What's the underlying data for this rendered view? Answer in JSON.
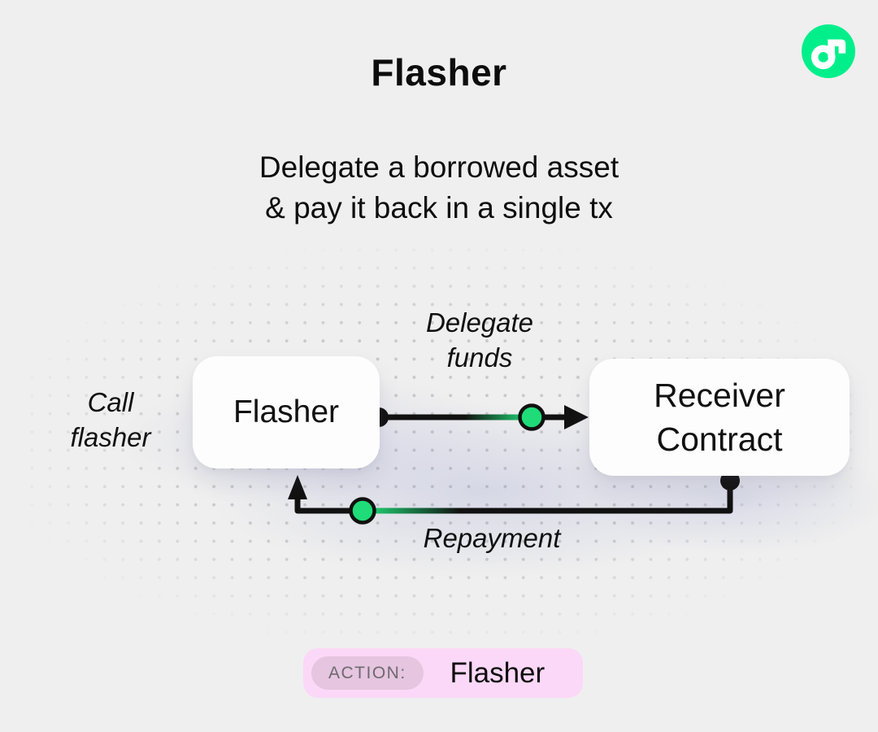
{
  "header": {
    "title": "Flasher",
    "subtitle_line1": "Delegate a borrowed asset",
    "subtitle_line2": "& pay it back in a single tx"
  },
  "diagram": {
    "call_label_line1": "Call",
    "call_label_line2": "flasher",
    "delegate_label_line1": "Delegate",
    "delegate_label_line2": "funds",
    "repayment_label": "Repayment",
    "flasher_node_label": "Flasher",
    "receiver_node_line1": "Receiver",
    "receiver_node_line2": "Contract"
  },
  "action_badge": {
    "label": "ACTION:",
    "value": "Flasher"
  },
  "colors": {
    "background": "#EFEFEF",
    "ink": "#111111",
    "accent_green": "#1FDC78",
    "logo_green": "#00EF8B",
    "pill_bg": "#FBD8F7",
    "pill_label_bg": "#E5C5DF",
    "pill_label_text": "#6E6A70",
    "node_bg": "#FDFDFE"
  }
}
